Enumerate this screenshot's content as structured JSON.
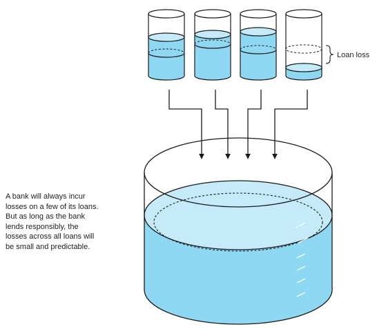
{
  "labels": {
    "loan_loss": "Loan loss"
  },
  "caption": {
    "lines": [
      "A bank will always incur",
      "losses on a few of its loans.",
      "But as long as the bank",
      "lends responsibly, the",
      "losses across all loans will",
      "be small and predictable."
    ]
  },
  "colors": {
    "water": "#8fd8f3",
    "water_surface": "#c5eafa",
    "outline": "#1a1a1a"
  }
}
